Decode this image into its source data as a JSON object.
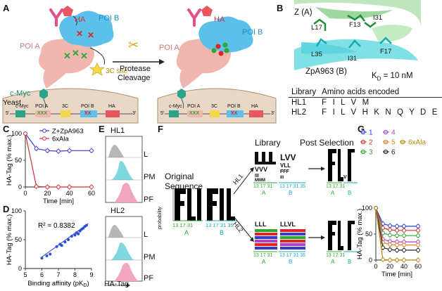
{
  "panel_labels": {
    "a": "A",
    "b": "B",
    "c": "C",
    "d": "D",
    "e": "E",
    "f": "F",
    "g": "G"
  },
  "panel_a": {
    "ha": "HA",
    "poi_b": "POI B",
    "poi_a": "POI A",
    "site_3c": "3C site",
    "cmyc": "c-Myc",
    "arrow_text_1": "Protease",
    "arrow_text_2": "Cleavage",
    "yeast": "Yeast",
    "construct": {
      "five_prime": "5'",
      "three_prime": "3'",
      "segments": [
        "c-Myc",
        "POI A",
        "3C",
        "POI B",
        "HA"
      ],
      "poi_a_marks": "XXX",
      "poi_b_marks": "XX"
    }
  },
  "panel_b": {
    "z_label": "Z (A)",
    "zpa_label": "ZpA963 (B)",
    "residues": [
      "L17",
      "F13",
      "I31",
      "L35",
      "I31",
      "F17"
    ],
    "kd": "K",
    "kd_sub": "D",
    "kd_value": " = 10 nM",
    "table_header": [
      "Library",
      "Amino acids encoded"
    ],
    "table_rows": [
      [
        "HL1",
        "F I L V M"
      ],
      [
        "HL2",
        "F I L V H K N Q Y D E"
      ]
    ]
  },
  "panel_e": {
    "hl1": "HL1",
    "hl2": "HL2",
    "rows": [
      "L",
      "PM",
      "PF"
    ],
    "xlabel": "HA-Tag"
  },
  "panel_f": {
    "original_1": "Original",
    "original_2": "Sequence",
    "library": "Library",
    "post_selection": "Post Selection",
    "probability": "probability",
    "hl1": "HL1",
    "hl2": "HL2",
    "positions_a": "13 17 31",
    "positions_b": "13 17 31 35",
    "chain_a": "A",
    "chain_b": "B"
  },
  "chart_data": [
    {
      "panel": "C",
      "type": "line",
      "xlabel": "Time [min]",
      "ylabel": "HA-Tag (% max.)",
      "xlim": [
        0,
        60
      ],
      "ylim": [
        0,
        100
      ],
      "xticks": [
        0,
        20,
        40,
        60
      ],
      "yticks": [
        0,
        50,
        100
      ],
      "legend_position": "top-right",
      "series": [
        {
          "name": "Z+ZpA963",
          "color": "#3a3ac8",
          "x": [
            0,
            10,
            20,
            30,
            40,
            60
          ],
          "y": [
            100,
            72,
            68,
            67,
            68,
            68
          ]
        },
        {
          "name": "6xAla",
          "color": "#d13030",
          "x": [
            0,
            10,
            20,
            30,
            40,
            60
          ],
          "y": [
            100,
            1,
            0,
            0,
            0,
            0
          ]
        }
      ]
    },
    {
      "panel": "D",
      "type": "scatter",
      "xlabel": "Binding affinity (pK",
      "xlabel_sub": "D",
      "xlabel_end": ")",
      "ylabel": "HA-Tag (% max.)",
      "annotation": "R² = 0.8382",
      "xlim": [
        5,
        9
      ],
      "ylim": [
        0,
        100
      ],
      "xticks": [
        5,
        6,
        7,
        8,
        9
      ],
      "yticks": [
        0,
        50,
        100
      ],
      "points": [
        [
          6.0,
          18
        ],
        [
          6.3,
          22
        ],
        [
          6.5,
          25
        ],
        [
          6.9,
          38
        ],
        [
          7.1,
          42
        ],
        [
          7.2,
          40
        ],
        [
          7.4,
          46
        ],
        [
          7.6,
          50
        ],
        [
          7.8,
          56
        ],
        [
          8.0,
          58
        ],
        [
          8.1,
          62
        ],
        [
          8.2,
          60
        ],
        [
          8.3,
          65
        ],
        [
          8.4,
          68
        ],
        [
          8.5,
          70
        ],
        [
          8.6,
          73
        ],
        [
          8.7,
          75
        ]
      ],
      "fit": [
        [
          6.0,
          20
        ],
        [
          8.8,
          78
        ]
      ]
    },
    {
      "panel": "G",
      "type": "line",
      "xlabel": "Time [min]",
      "ylabel": "HA-Tag (% max.)",
      "xlim": [
        0,
        60
      ],
      "ylim": [
        0,
        100
      ],
      "xticks": [
        0,
        20,
        40,
        60
      ],
      "yticks": [
        0,
        50,
        100
      ],
      "series": [
        {
          "name": "1",
          "color": "#2a3fd6",
          "x": [
            0,
            10,
            20,
            30,
            40,
            60
          ],
          "y": [
            100,
            70,
            66,
            65,
            65,
            65
          ]
        },
        {
          "name": "2",
          "color": "#d63030",
          "x": [
            0,
            10,
            20,
            30,
            40,
            60
          ],
          "y": [
            100,
            62,
            58,
            57,
            57,
            57
          ]
        },
        {
          "name": "3",
          "color": "#2ea82e",
          "x": [
            0,
            10,
            20,
            30,
            40,
            60
          ],
          "y": [
            100,
            52,
            48,
            47,
            47,
            47
          ]
        },
        {
          "name": "4",
          "color": "#b040c8",
          "x": [
            0,
            10,
            20,
            30,
            40,
            60
          ],
          "y": [
            100,
            40,
            36,
            35,
            35,
            35
          ]
        },
        {
          "name": "5",
          "color": "#e67e22",
          "x": [
            0,
            10,
            20,
            30,
            40,
            60
          ],
          "y": [
            100,
            34,
            30,
            29,
            29,
            29
          ]
        },
        {
          "name": "6",
          "color": "#222222",
          "x": [
            0,
            10,
            20,
            30,
            40,
            60
          ],
          "y": [
            100,
            24,
            20,
            19,
            19,
            19
          ]
        },
        {
          "name": "6xAla",
          "color": "#b8860b",
          "x": [
            0,
            10,
            20,
            30,
            40,
            60
          ],
          "y": [
            100,
            1,
            0,
            0,
            0,
            0
          ]
        }
      ]
    }
  ]
}
